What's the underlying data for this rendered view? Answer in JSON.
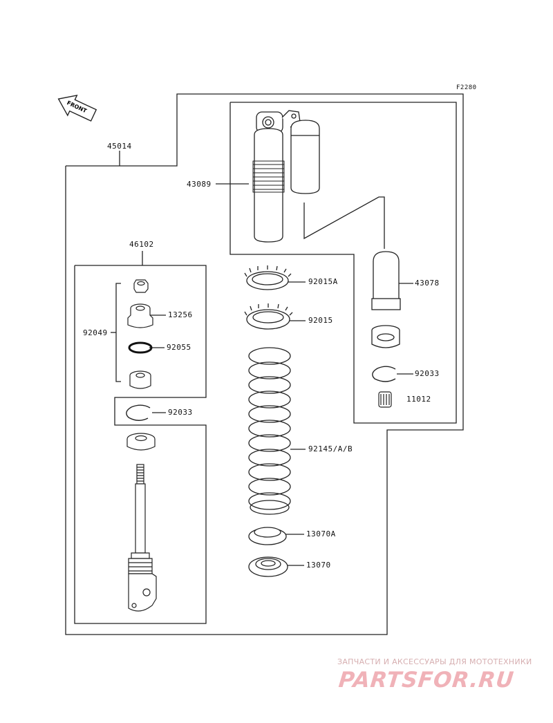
{
  "figure_code": "F2280",
  "front_arrow_text": "FRONT",
  "labels": {
    "assembly": "45014",
    "shock_body": "43089",
    "cylinder_kit": "46102",
    "bushing_group": "92049",
    "bushing_upper": "13256",
    "o_ring": "92055",
    "circlip_left": "92033",
    "nut_a": "92015A",
    "nut": "92015",
    "spring": "92145/A/B",
    "guide_a": "13070A",
    "guide": "13070",
    "reservoir_cap": "43078",
    "circlip_right": "92033",
    "valve": "11012"
  },
  "watermark": {
    "tagline": "ЗАПЧАСТИ И АКСЕССУАРЫ ДЛЯ МОТОТЕХНИКИ",
    "logo_text": "PARTSFOR.RU",
    "color": "#f0b2b8"
  }
}
